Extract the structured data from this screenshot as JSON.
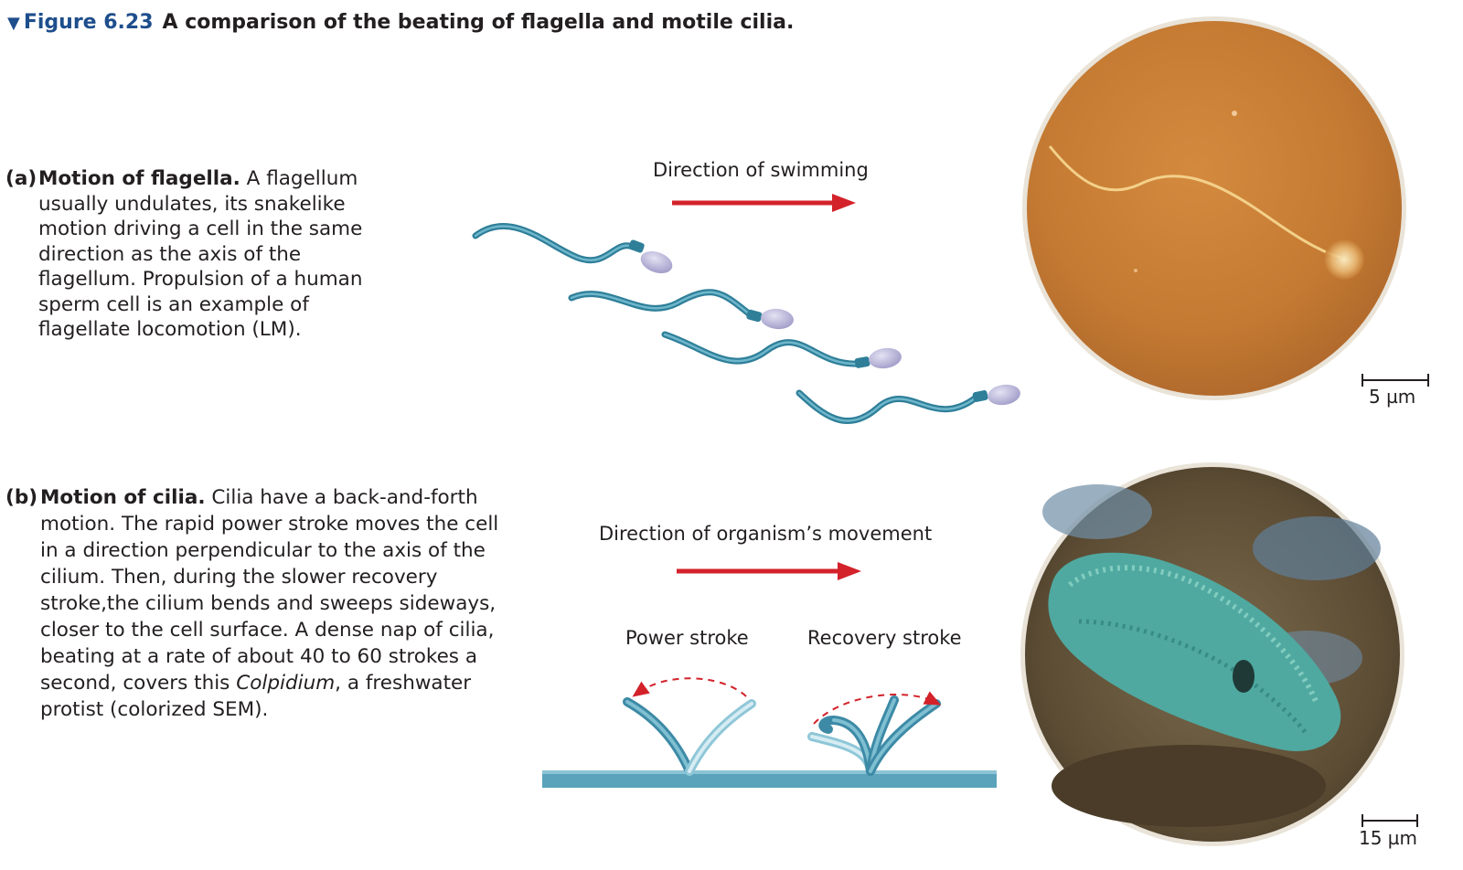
{
  "figure": {
    "marker": "▼",
    "number": "Figure 6.23",
    "title": "A comparison of the beating of flagella and motile cilia."
  },
  "panel_a": {
    "letter": "(a)",
    "heading": "Motion of flagella.",
    "text": "A flagellum usually undulates, its snakelike motion driving a cell in the same direction as the axis of the flagellum. Propulsion of a human sperm cell is an example of flagellate locomotion (LM).",
    "direction_label": "Direction of swimming",
    "scale_bar_label": "5 µm"
  },
  "panel_b": {
    "letter": "(b)",
    "heading": "Motion of cilia.",
    "text_before_italic": "Cilia have a back-and-forth motion. The rapid power stroke moves the cell in a direction perpendicular to the axis of the cilium. Then, during the slower recovery stroke,the cilium bends and sweeps sideways, closer to the cell surface. A dense nap of cilia, beating at a rate of about 40 to 60 strokes a second, covers this ",
    "italic_term": "Colpidium",
    "text_after_italic": ", a freshwater protist (colorized SEM).",
    "direction_label": "Direction of organism’s movement",
    "power_stroke_label": "Power stroke",
    "recovery_stroke_label": "Recovery stroke",
    "scale_bar_label": "15 µm"
  },
  "colors": {
    "accent_blue": "#1e4e8c",
    "arrow_red": "#d3222a",
    "flagellum_teal": "#3f8fa8",
    "sperm_head": "#b7b4d8",
    "micrograph_orange": "#c47a32",
    "cilia_green": "#4fa9a0"
  }
}
